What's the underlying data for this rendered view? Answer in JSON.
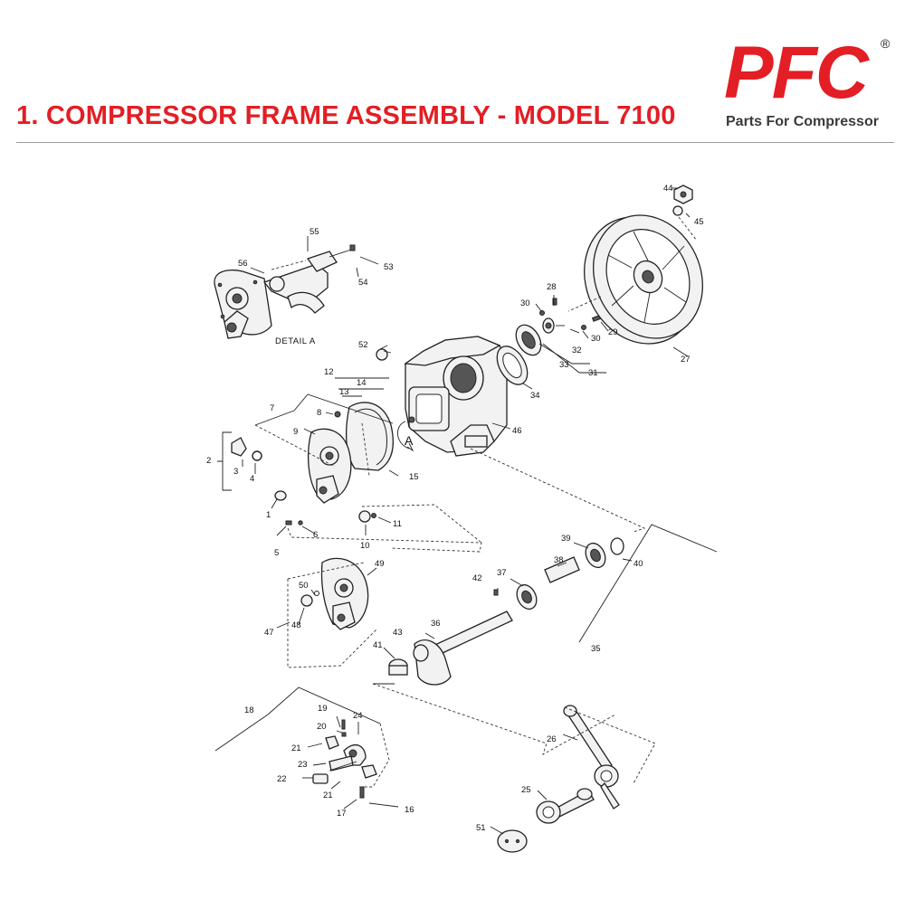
{
  "header": {
    "title": "1. COMPRESSOR FRAME ASSEMBLY - MODEL 7100"
  },
  "logo": {
    "text": "PFC",
    "registered_mark": "®",
    "tagline": "Parts For Compressor"
  },
  "diagram": {
    "detail_label": "DETAIL A",
    "detail_callout": "A",
    "part_numbers": {
      "p1": "1",
      "p2": "2",
      "p3": "3",
      "p4": "4",
      "p5": "5",
      "p6": "6",
      "p7": "7",
      "p8": "8",
      "p9": "9",
      "p10": "10",
      "p11": "11",
      "p12": "12",
      "p13": "13",
      "p14": "14",
      "p15": "15",
      "p16": "16",
      "p17": "17",
      "p18": "18",
      "p19": "19",
      "p20": "20",
      "p21a": "21",
      "p21b": "21",
      "p22": "22",
      "p23": "23",
      "p24": "24",
      "p25": "25",
      "p26": "26",
      "p27": "27",
      "p28": "28",
      "p29": "29",
      "p30a": "30",
      "p30b": "30",
      "p31": "31",
      "p32": "32",
      "p33": "33",
      "p34": "34",
      "p35": "35",
      "p36": "36",
      "p37": "37",
      "p38": "38",
      "p39": "39",
      "p40": "40",
      "p41": "41",
      "p42": "42",
      "p43": "43",
      "p44": "44",
      "p45": "45",
      "p46": "46",
      "p47": "47",
      "p48": "48",
      "p49": "49",
      "p50": "50",
      "p51": "51",
      "p52": "52",
      "p53": "53",
      "p54": "54",
      "p55": "55",
      "p56": "56"
    }
  },
  "colors": {
    "brand_red": "#e31e24",
    "tagline_gray": "#3a3a3a",
    "rule_gray": "#9a9a9a"
  }
}
